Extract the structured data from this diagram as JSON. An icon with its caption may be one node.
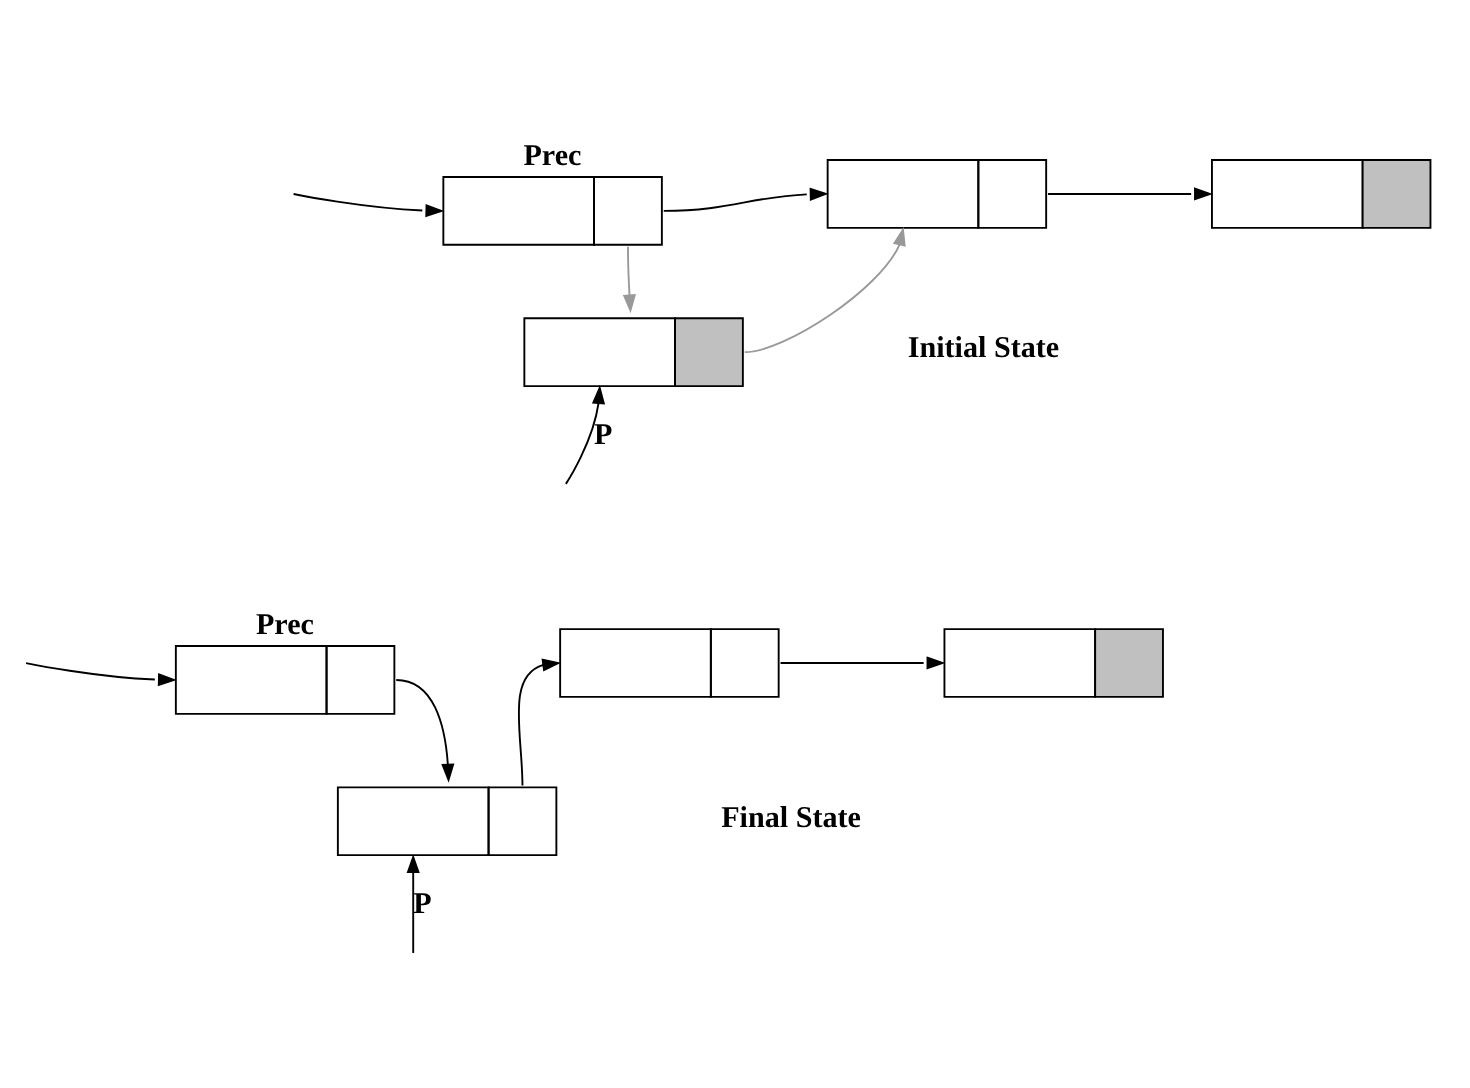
{
  "diagram": {
    "nodes": [
      {
        "text": [],
        "shape": "box",
        "beside": [
          "Prec"
        ]
      },
      {
        "text": [],
        "shape": "box"
      },
      {
        "text": [],
        "shape": "box"
      },
      {
        "text": [],
        "shape": "box"
      },
      {
        "text": [],
        "shape": "box",
        "beside": [
          "Prec"
        ]
      },
      {
        "text": [],
        "shape": "box"
      },
      {
        "text": [],
        "shape": "box"
      },
      {
        "text": [],
        "shape": "box"
      }
    ],
    "edges": [
      {
        "from": null,
        "to": 0,
        "arrow": "to"
      },
      {
        "from": 0,
        "to": 1,
        "arrow": "to"
      },
      {
        "from": 1,
        "to": 2,
        "arrow": "to"
      },
      {
        "from": 0,
        "to": 3,
        "arrow": "to",
        "color": "#999999"
      },
      {
        "from": 3,
        "to": 1,
        "arrow": "to",
        "color": "#999999"
      },
      {
        "from": null,
        "to": 3,
        "arrow": "to",
        "label": "P"
      },
      {
        "from": null,
        "to": 4,
        "arrow": "to"
      },
      {
        "from": 4,
        "to": 7,
        "arrow": "to"
      },
      {
        "from": 7,
        "to": 5,
        "arrow": "to"
      },
      {
        "from": 5,
        "to": 6,
        "arrow": "to"
      },
      {
        "from": null,
        "to": 7,
        "arrow": "to",
        "label": "P"
      }
    ],
    "labels": [
      "Initial State",
      "Final State"
    ]
  }
}
